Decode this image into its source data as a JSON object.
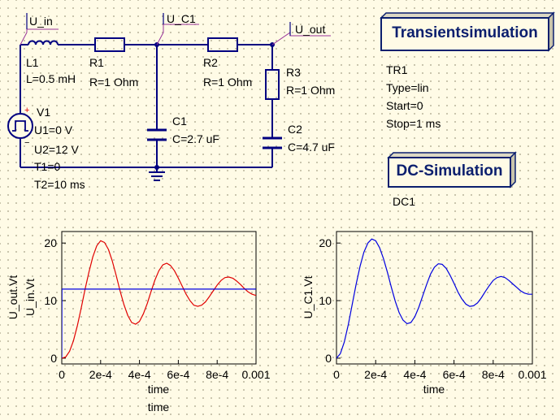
{
  "schematic": {
    "nodes": {
      "u_in": "U_in",
      "u_c1": "U_C1",
      "u_out": "U_out"
    },
    "L1": {
      "name": "L1",
      "value": "L=0.5 mH"
    },
    "R1": {
      "name": "R1",
      "value": "R=1 Ohm"
    },
    "R2": {
      "name": "R2",
      "value": "R=1 Ohm"
    },
    "R3": {
      "name": "R3",
      "value": "R=1 Ohm"
    },
    "C1": {
      "name": "C1",
      "value": "C=2.7 uF"
    },
    "C2": {
      "name": "C2",
      "value": "C=4.7 uF"
    },
    "V1": {
      "name": "V1",
      "plus": "+",
      "minus": "−",
      "u1": "U1=0 V",
      "u2": "U2=12 V",
      "t1": "T1=0",
      "t2": "T2=10 ms"
    }
  },
  "transient": {
    "title": "Transientsimulation",
    "name": "TR1",
    "type": "Type=lin",
    "start": "Start=0",
    "stop": "Stop=1 ms"
  },
  "dc": {
    "title": "DC-Simulation",
    "name": "DC1"
  },
  "colors": {
    "wire": "#000080",
    "red": "#e00000",
    "blue": "#0000e0",
    "title": "#0b1f6e"
  },
  "chart_data": [
    {
      "type": "line",
      "xlabel": [
        "time",
        "time"
      ],
      "xlabel_colors": [
        "blue",
        "red"
      ],
      "ylabel": [
        "U_out.Vt",
        "U_in.Vt"
      ],
      "ylabel_colors": [
        "red",
        "blue"
      ],
      "xlim": [
        0,
        0.001
      ],
      "ylim": [
        -1,
        22
      ],
      "xticks": [
        "0",
        "2e-4",
        "4e-4",
        "6e-4",
        "8e-4",
        "0.001"
      ],
      "yticks": [
        "0",
        "10",
        "20"
      ],
      "series": [
        {
          "name": "U_out.Vt",
          "color": "red",
          "x": [
            0,
            2e-05,
            4e-05,
            6e-05,
            8e-05,
            0.0001,
            0.00012,
            0.00014,
            0.00016,
            0.00018,
            0.0002,
            0.00022,
            0.00024,
            0.00026,
            0.00028,
            0.0003,
            0.00032,
            0.00034,
            0.00036,
            0.00038,
            0.0004,
            0.00042,
            0.00044,
            0.00046,
            0.00048,
            0.0005,
            0.00052,
            0.00054,
            0.00056,
            0.00058,
            0.0006,
            0.00062,
            0.00064,
            0.00066,
            0.00068,
            0.0007,
            0.00072,
            0.00074,
            0.00076,
            0.00078,
            0.0008,
            0.00082,
            0.00084,
            0.00086,
            0.00088,
            0.0009,
            0.00092,
            0.00094,
            0.00096,
            0.00098,
            0.001
          ],
          "y": [
            0,
            0.2,
            1.2,
            3.0,
            5.6,
            8.7,
            12.0,
            15.0,
            17.6,
            19.5,
            20.4,
            20.1,
            18.9,
            16.9,
            14.4,
            11.7,
            9.3,
            7.4,
            6.2,
            5.9,
            6.4,
            7.7,
            9.5,
            11.6,
            13.6,
            15.2,
            16.2,
            16.5,
            16.1,
            15.2,
            13.9,
            12.5,
            11.1,
            10.0,
            9.2,
            9.0,
            9.2,
            9.8,
            10.7,
            11.7,
            12.7,
            13.5,
            14.0,
            14.1,
            13.9,
            13.4,
            12.8,
            12.1,
            11.5,
            11.1,
            10.9
          ]
        },
        {
          "name": "U_in.Vt",
          "color": "blue",
          "x": [
            0,
            1e-06,
            0.001
          ],
          "y": [
            0,
            12,
            12
          ]
        }
      ]
    },
    {
      "type": "line",
      "xlabel": "time",
      "ylabel": "U_C1.Vt",
      "xlim": [
        0,
        0.001
      ],
      "ylim": [
        -1,
        22
      ],
      "xticks": [
        "0",
        "2e-4",
        "4e-4",
        "6e-4",
        "8e-4",
        "0.001"
      ],
      "yticks": [
        "0",
        "10",
        "20"
      ],
      "series": [
        {
          "name": "U_C1.Vt",
          "color": "blue",
          "x": [
            0,
            2e-05,
            4e-05,
            6e-05,
            8e-05,
            0.0001,
            0.00012,
            0.00014,
            0.00016,
            0.00018,
            0.0002,
            0.00022,
            0.00024,
            0.00026,
            0.00028,
            0.0003,
            0.00032,
            0.00034,
            0.00036,
            0.00038,
            0.0004,
            0.00042,
            0.00044,
            0.00046,
            0.00048,
            0.0005,
            0.00052,
            0.00054,
            0.00056,
            0.00058,
            0.0006,
            0.00062,
            0.00064,
            0.00066,
            0.00068,
            0.0007,
            0.00072,
            0.00074,
            0.00076,
            0.00078,
            0.0008,
            0.00082,
            0.00084,
            0.00086,
            0.00088,
            0.0009,
            0.00092,
            0.00094,
            0.00096,
            0.00098,
            0.001
          ],
          "y": [
            0,
            0.8,
            2.8,
            5.8,
            9.3,
            12.8,
            15.9,
            18.4,
            20.0,
            20.7,
            20.4,
            19.2,
            17.3,
            14.9,
            12.3,
            9.9,
            7.9,
            6.6,
            6.0,
            6.2,
            7.2,
            8.8,
            10.8,
            12.8,
            14.6,
            15.8,
            16.4,
            16.3,
            15.6,
            14.4,
            13.0,
            11.5,
            10.3,
            9.4,
            9.0,
            9.1,
            9.6,
            10.5,
            11.6,
            12.6,
            13.5,
            14.0,
            14.2,
            14.0,
            13.5,
            12.9,
            12.3,
            11.7,
            11.3,
            11.1,
            11.1
          ]
        }
      ]
    }
  ]
}
